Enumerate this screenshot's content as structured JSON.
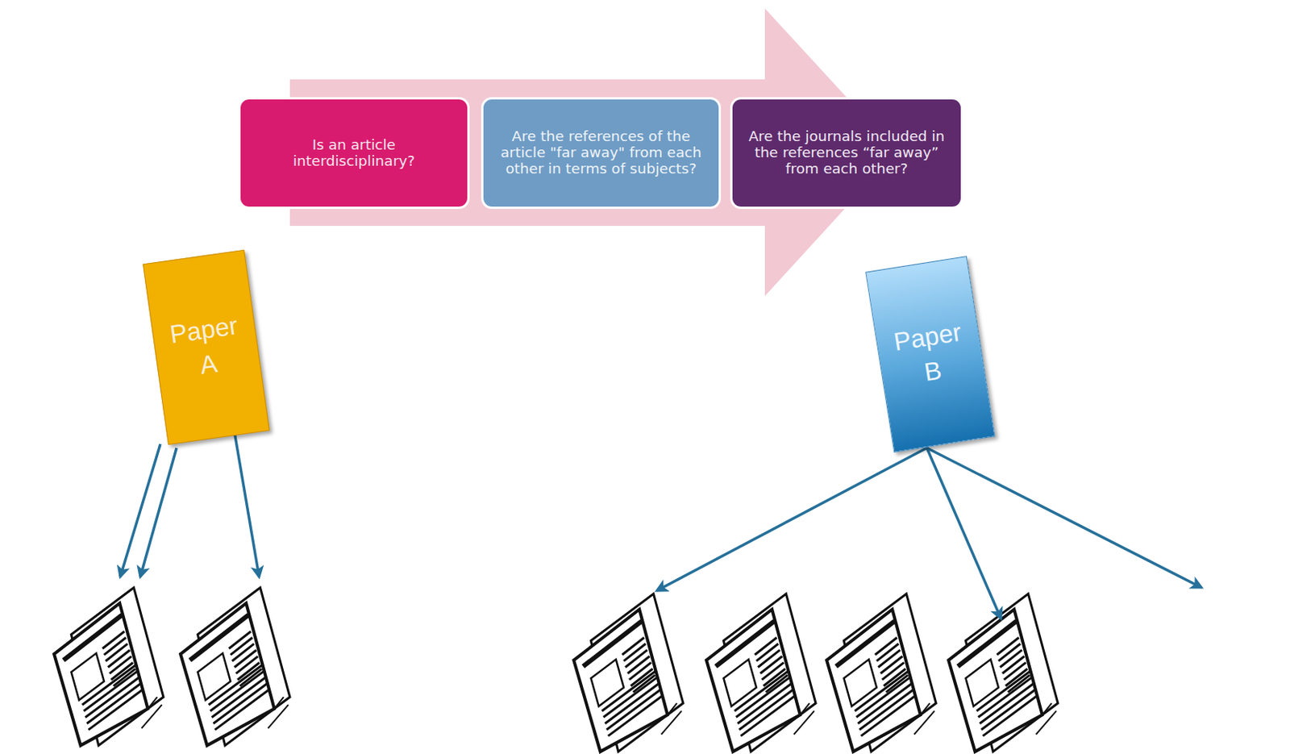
{
  "diagram": {
    "nodes": [
      {
        "text": [
          "Is an article interdisciplinary?"
        ]
      },
      {
        "text": [
          "Are the references of the article \"far away\" from each other in terms of subjects?"
        ]
      },
      {
        "text": [
          "Are the journals included in the references “far away” from each other?"
        ]
      },
      {
        "text": [
          "Paper A"
        ]
      },
      {
        "text": [
          "Paper B"
        ]
      }
    ]
  }
}
